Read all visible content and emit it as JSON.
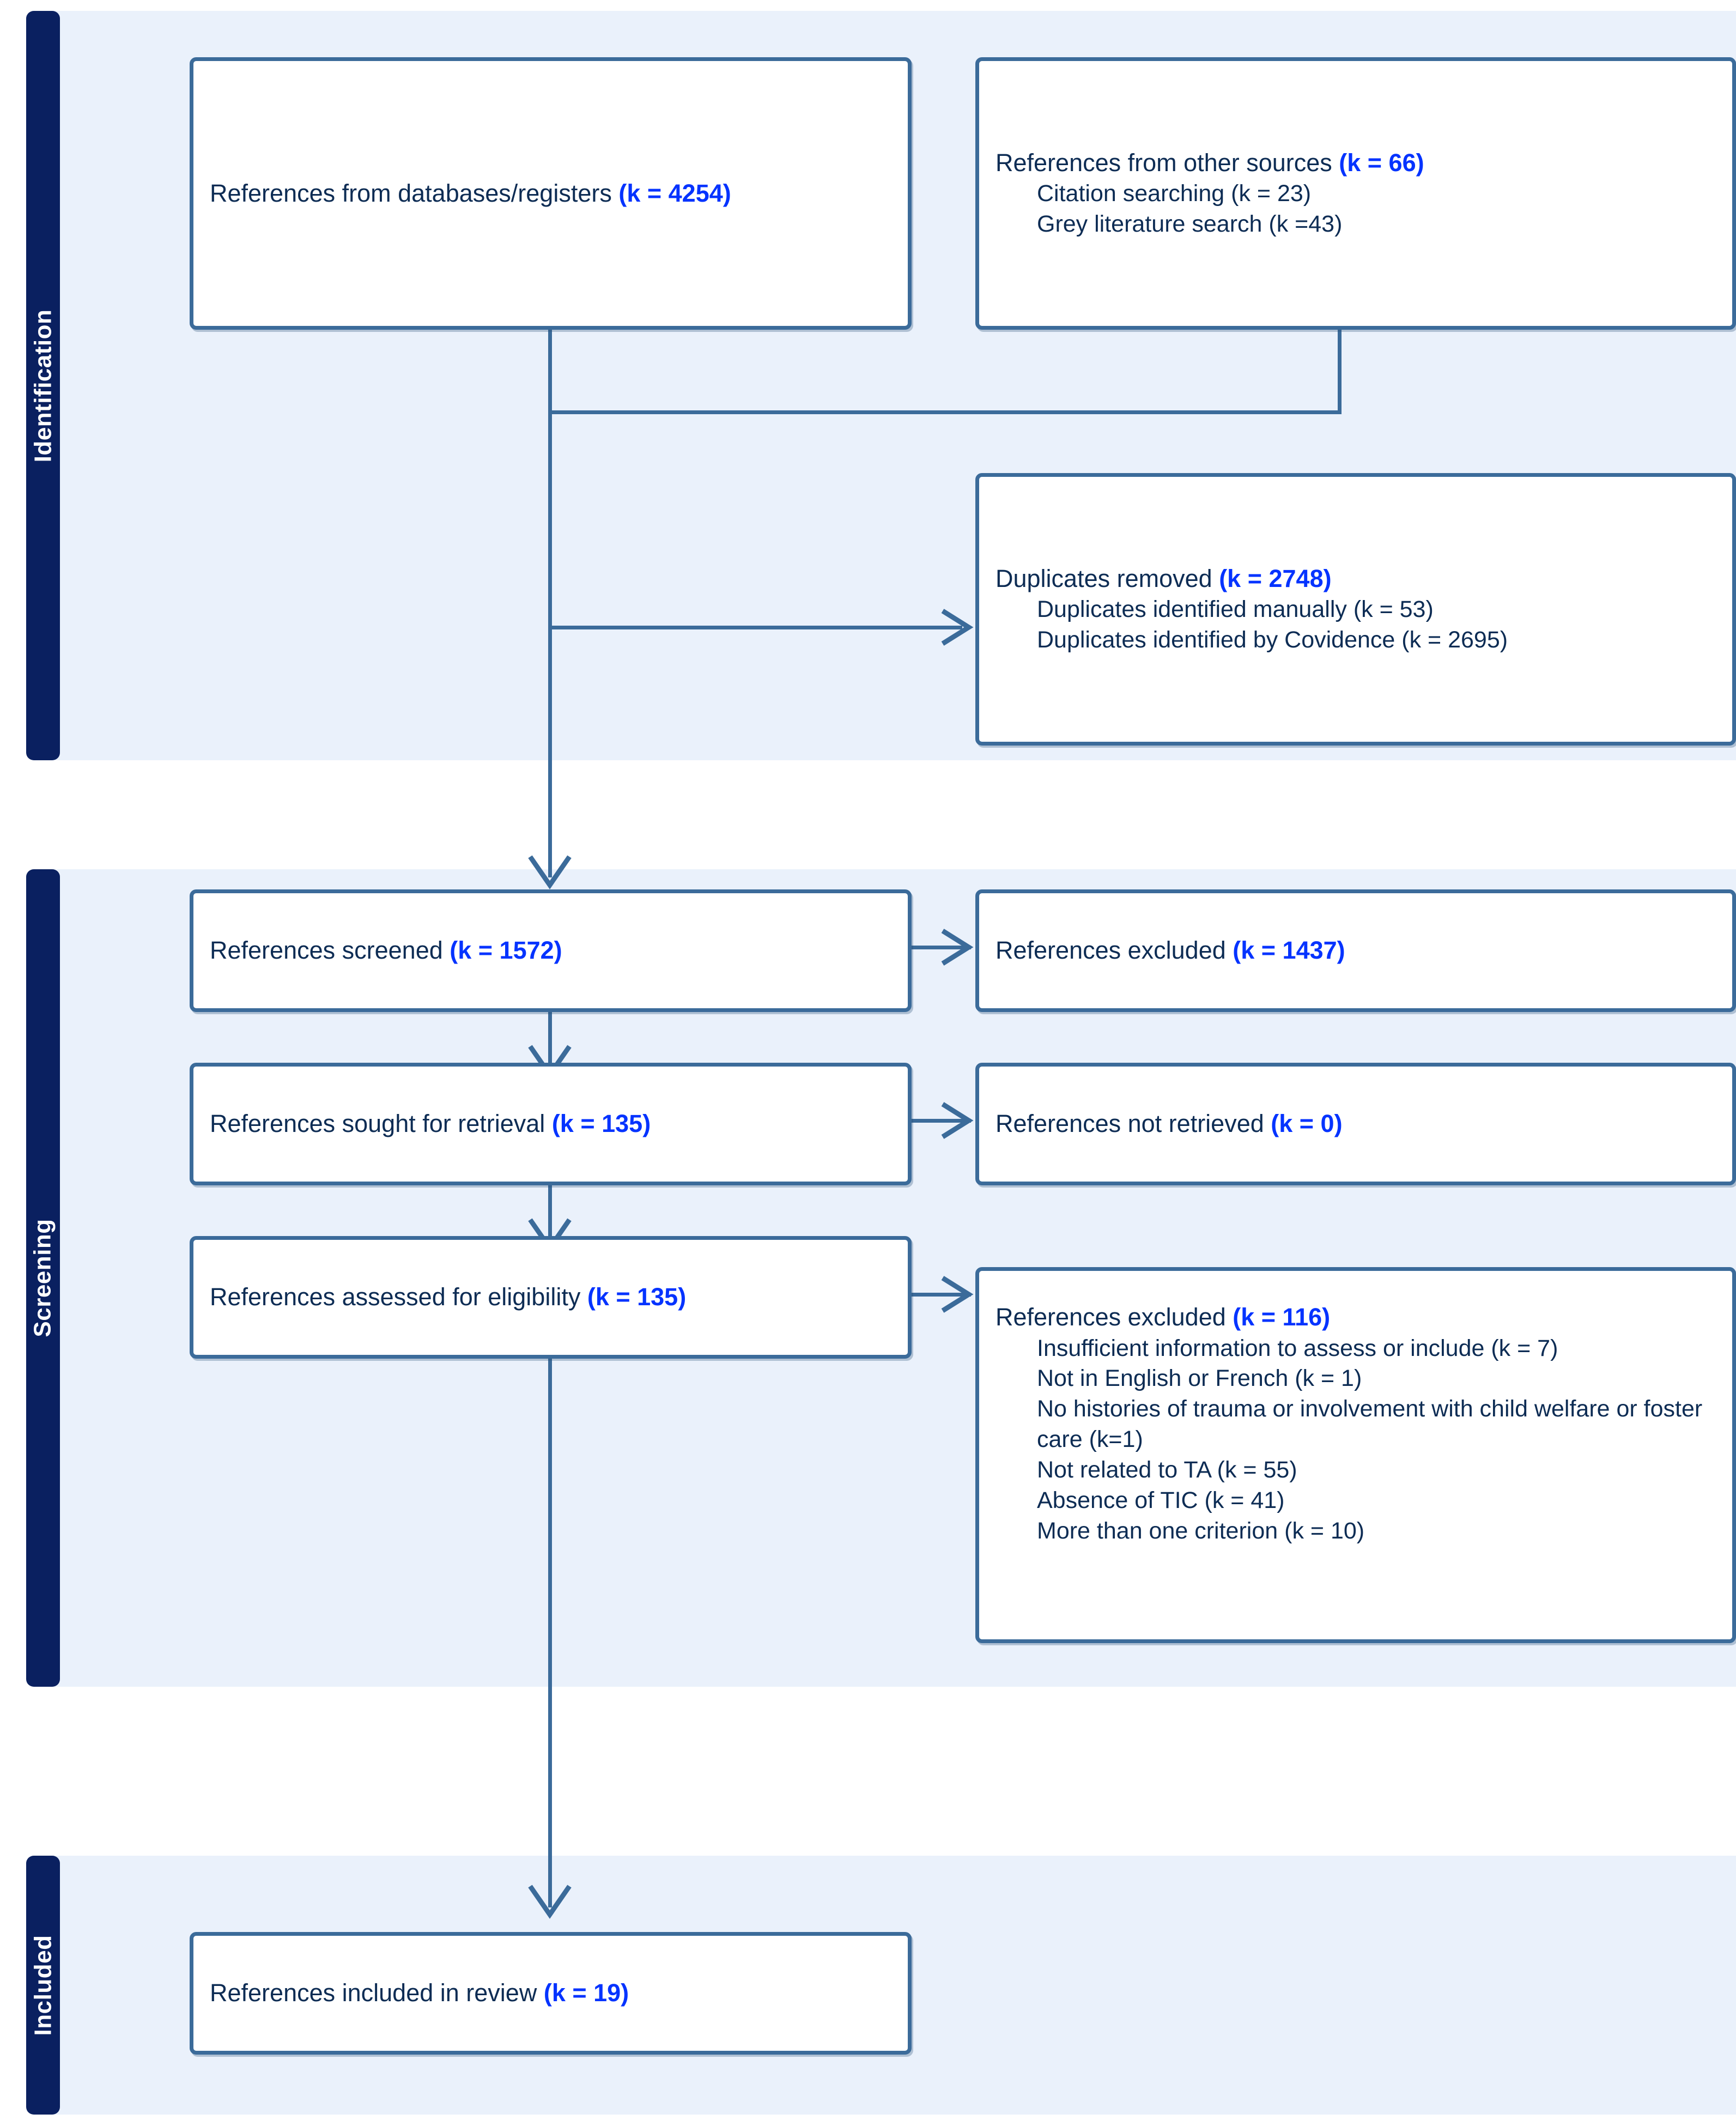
{
  "diagram": {
    "title": "PRISMA flow diagram",
    "colors": {
      "band_background": "#eaf1fb",
      "tab_background": "#0a2060",
      "tab_text": "#ffffff",
      "box_border": "#3b6b9a",
      "box_fill": "#ffffff",
      "label_text": "#0d2c54",
      "count_text": "#0433ff",
      "connector": "#3b6b9a"
    }
  },
  "sections": [
    {
      "id": "identification",
      "label": "Identification"
    },
    {
      "id": "screening",
      "label": "Screening"
    },
    {
      "id": "included",
      "label": "Included"
    }
  ],
  "boxes": {
    "databases": {
      "line1_text": "References from databases/registers ",
      "line1_count": "(k = 4254)"
    },
    "other_sources": {
      "line1_text": "References from other sources ",
      "line1_count": "(k = 66)",
      "sub1": "Citation searching (k = 23)",
      "sub2": "Grey literature search (k =43)"
    },
    "duplicates": {
      "line1_text": "Duplicates removed ",
      "line1_count": "(k = 2748)",
      "sub1": "Duplicates identified manually (k = 53)",
      "sub2": "Duplicates identified by Covidence (k = 2695)"
    },
    "screened": {
      "line1_text": "References screened ",
      "line1_count": "(k = 1572)"
    },
    "excluded_screened": {
      "line1_text": "References excluded ",
      "line1_count": "(k = 1437)"
    },
    "sought": {
      "line1_text": "References sought for retrieval ",
      "line1_count": "(k = 135)"
    },
    "not_retrieved": {
      "line1_text": "References not retrieved ",
      "line1_count": "(k = 0)"
    },
    "assessed": {
      "line1_text": "References assessed for eligibility ",
      "line1_count": "(k = 135)"
    },
    "excluded_eligibility": {
      "line1_text": "References excluded ",
      "line1_count": "(k = 116)",
      "sub1": "Insufficient information to assess or include (k = 7)",
      "sub2": "Not in English or French (k = 1)",
      "sub3": "No histories of trauma or involvement with child welfare or foster care (k=1)",
      "sub4": "Not related to TA (k = 55)",
      "sub5": "Absence of TIC (k = 41)",
      "sub6": "More than one criterion (k = 10)"
    },
    "included": {
      "line1_text": "References included in review ",
      "line1_count": "(k = 19)"
    }
  }
}
